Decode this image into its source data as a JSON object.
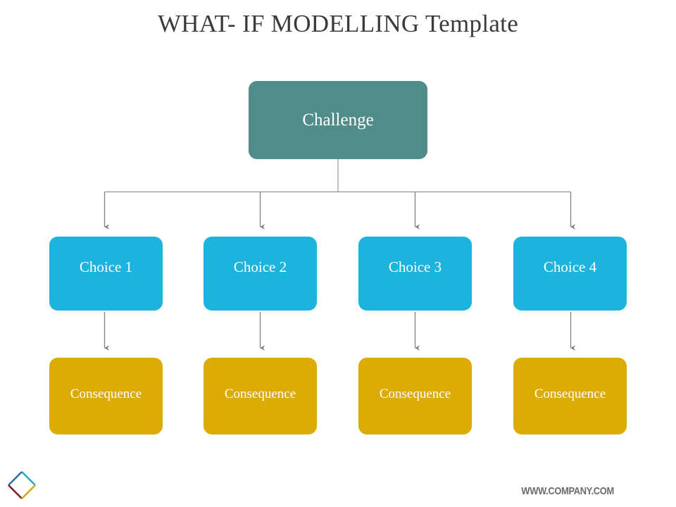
{
  "slide": {
    "title": "WHAT- IF MODELLING Template",
    "background_color": "#ffffff"
  },
  "diagram": {
    "type": "hierarchy-flowchart",
    "root": {
      "label": "Challenge",
      "color": "#4f8c8a",
      "text_color": "#ffffff"
    },
    "level_colors": {
      "choice": "#1cb4de",
      "consequence": "#dcab05",
      "connector": "#808080"
    },
    "branches": [
      {
        "choice": "Choice 1",
        "consequence": "Consequence"
      },
      {
        "choice": "Choice 2",
        "consequence": "Consequence"
      },
      {
        "choice": "Choice 3",
        "consequence": "Consequence"
      },
      {
        "choice": "Choice 4",
        "consequence": "Consequence"
      }
    ]
  },
  "footer": {
    "url": "WWW.COMPANY.COM",
    "logo": {
      "name": "diamond-logo",
      "edge_colors": {
        "top_left": "#2b6fa8",
        "top_right": "#29a8c8",
        "bottom_right": "#d8a516",
        "bottom_left": "#7a2020"
      }
    }
  }
}
